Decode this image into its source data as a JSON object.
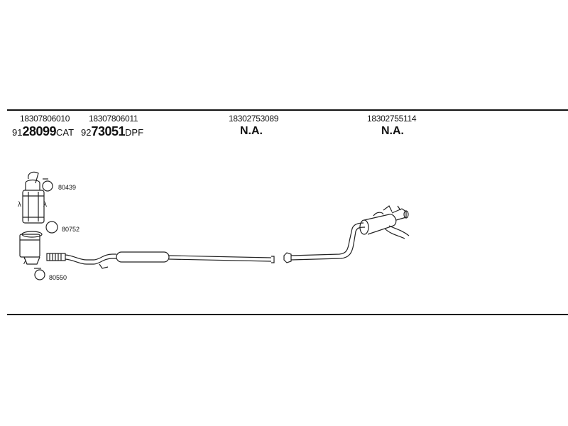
{
  "columns": [
    {
      "part_number": "18307806010",
      "prefix": "91",
      "number": "28099",
      "suffix": "CAT"
    },
    {
      "part_number": "18307806011",
      "prefix": "92",
      "number": "73051",
      "suffix": "DPF"
    },
    {
      "part_number": "18302753089",
      "na": "N.A."
    },
    {
      "part_number": "18302755114",
      "na": "N.A."
    }
  ],
  "refs": {
    "clamp_top": "80439",
    "ring_mid": "80752",
    "ring_bottom": "80550"
  },
  "sensor_symbols": [
    "λ",
    "λ",
    "λ"
  ]
}
